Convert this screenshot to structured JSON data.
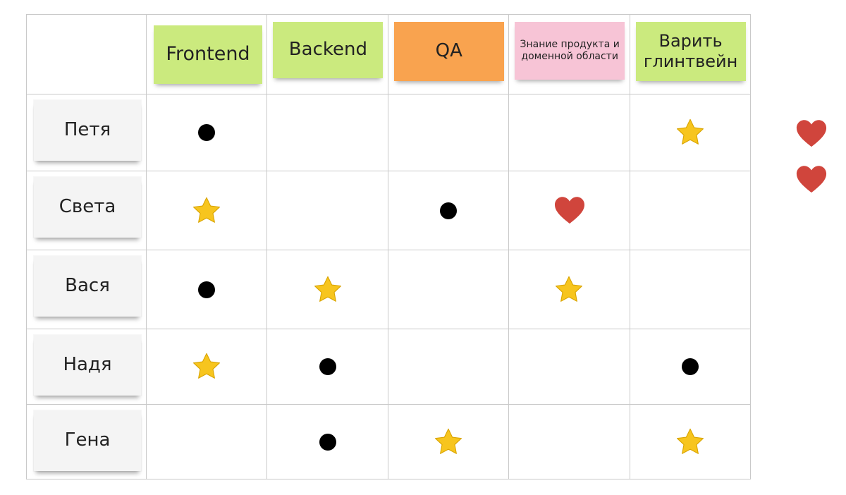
{
  "skills": [
    "Frontend",
    "Backend",
    "QA",
    "Знание продукта и доменной области",
    "Варить глинтвейн"
  ],
  "people": [
    {
      "name": "Петя",
      "marks": [
        "dot",
        "",
        "",
        "",
        "star"
      ]
    },
    {
      "name": "Света",
      "marks": [
        "star",
        "",
        "dot",
        "heart",
        ""
      ]
    },
    {
      "name": "Вася",
      "marks": [
        "dot",
        "star",
        "",
        "star",
        ""
      ]
    },
    {
      "name": "Надя",
      "marks": [
        "star",
        "dot",
        "",
        "",
        "dot"
      ]
    },
    {
      "name": "Гена",
      "marks": [
        "",
        "dot",
        "star",
        "",
        "star"
      ]
    }
  ],
  "legend": [
    "heart",
    "heart"
  ],
  "colors": {
    "green_note": "#cbea7e",
    "orange_note": "#f9a34f",
    "pink_note": "#f7c4d6",
    "name_note": "#f4f4f4",
    "star": "#f7c51e",
    "heart": "#d0453c",
    "dot": "#000000",
    "grid": "#c9c9c9"
  }
}
